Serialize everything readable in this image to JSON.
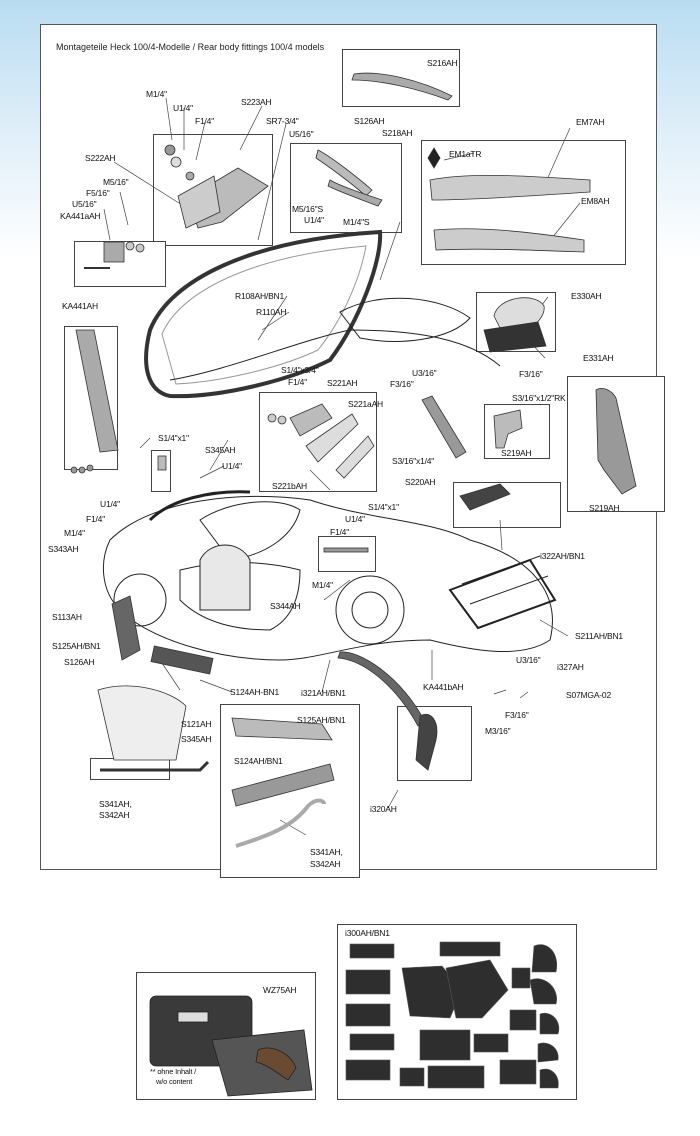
{
  "sheet": {
    "title": "Montageteile Heck 100/4-Modelle / Rear body fittings 100/4 models"
  },
  "labels": {
    "S216AH": "S216AH",
    "M1_4_top": "M1/4\"",
    "U1_4_top": "U1/4\"",
    "F1_4_top": "F1/4\"",
    "S223AH": "S223AH",
    "SR7": "SR7-3/4\"",
    "S126AH_top": "S126AH",
    "S218AH": "S218AH",
    "U5_16_top": "U5/16\"",
    "EM7AH": "EM7AH",
    "EM1aTR": "EM1aTR",
    "EM8AH": "EM8AH",
    "S222AH": "S222AH",
    "M5_16": "M5/16\"",
    "F5_16": "F5/16\"",
    "U5_16": "U5/16\"",
    "KA441aAH": "KA441aAH",
    "M5_16s": "M5/16\"S",
    "U1_4_mid": "U1/4\"",
    "M1_4s": "M1/4\"S",
    "R108AH": "R108AH/BN1",
    "R110AH": "R110AH",
    "E330AH": "E330AH",
    "KA441AH": "KA441AH",
    "E331AH": "E331AH",
    "F3_16_a": "F3/16\"",
    "S3_16_RK": "S3/16\"x1/2\"RK",
    "S1_4x3_4": "S1/4\"x3/4\"",
    "F1_4_mid": "F1/4\"",
    "S221AH": "S221AH",
    "S221aAH": "S221aAH",
    "F3_16_b": "F3/16\"",
    "U3_16_a": "U3/16\"",
    "S1_4x1_a": "S1/4\"x1\"",
    "S345AH_a": "S345AH",
    "U1_4_c": "U1/4\"",
    "S3_16x1_4": "S3/16\"x1/4\"",
    "S219AH_a": "S219AH",
    "S219AH_b": "S219AH",
    "S221bAH": "S221bAH",
    "S220AH": "S220AH",
    "U1_4_left": "U1/4\"",
    "F1_4_left": "F1/4\"",
    "M1_4_left": "M1/4\"",
    "S343AH": "S343AH",
    "S1_4x1_b": "S1/4\"x1\"",
    "U1_4_d": "U1/4\"",
    "F1_4_d": "F1/4\"",
    "M1_4_d": "M1/4\"",
    "i322AH": "i322AH/BN1",
    "S113AH": "S113AH",
    "S344AH": "S344AH",
    "S125AH_BN1": "S125AH/BN1",
    "S126AH": "S126AH",
    "S211AH": "S211AH/BN1",
    "S124AH_BN1": "S124AH-BN1",
    "U3_16_b": "U3/16\"",
    "i327AH": "i327AH",
    "i321AH": "i321AH/BN1",
    "KA441bAH": "KA441bAH",
    "S07MGA": "S07MGA-02",
    "F3_16_c": "F3/16\"",
    "M3_16": "M3/16\"",
    "S121AH": "S121AH",
    "S345AH_b": "S345AH",
    "S341AH_1": "S341AH,",
    "S342AH_1": "S342AH",
    "i320AH": "i320AH",
    "inset_S125": "S125AH/BN1",
    "inset_S124": "S124AH/BN1",
    "inset_S341": "S341AH,",
    "inset_S342": "S342AH"
  },
  "bag_panel": {
    "code": "WZ75AH",
    "note_line1": "** ohne Inhalt /",
    "note_line2": "w/o content"
  },
  "carpet_panel": {
    "code": "i300AH/BN1"
  },
  "colors": {
    "background_top": "#b9dcf2",
    "panel_border": "#555555",
    "line": "#222222",
    "part_grey": "#888888",
    "carpet": "#2e2e2e"
  }
}
